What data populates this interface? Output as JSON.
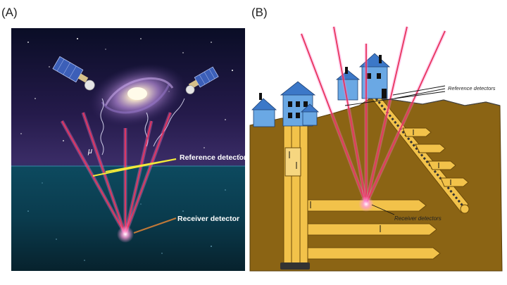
{
  "panel_a": {
    "letter": "(A)",
    "reference_label": "Reference detectors",
    "receiver_label": "Receiver detector",
    "particle_symbol": "μ"
  },
  "panel_b": {
    "letter": "(B)",
    "reference_label": "Reference detectors",
    "receiver_label": "Receiver detectors"
  },
  "colors": {
    "sky_top": "#0b0f2a",
    "sea": "#0e3f52",
    "ray": "#e8355d",
    "ray_glow": "#ff7fd0",
    "earth": "#8b6414",
    "tunnel": "#f2c24a",
    "house_blue": "#6aa8e4",
    "roof_blue": "#3c78c8"
  }
}
